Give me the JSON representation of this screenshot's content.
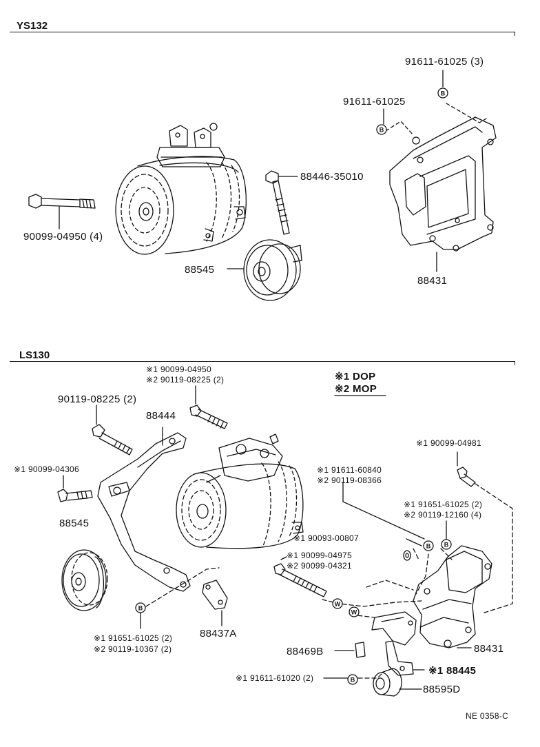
{
  "sections": {
    "top": "YS132",
    "bottom": "LS130"
  },
  "legend": {
    "line1": "※1 DOP",
    "line2": "※2 MOP"
  },
  "top_labels": {
    "bracket_bolt_3": "91611-61025 (3)",
    "bracket_bolt": "91611-61025",
    "pulley_bolt": "88446-35010",
    "long_bolt": "90099-04950 (4)",
    "pulley": "88545",
    "bracket": "88431"
  },
  "bottom_labels": {
    "bolt_a1": "※1 90099-04950",
    "bolt_a2": "※2 90119-08225 (2)",
    "bolt_b": "90119-08225 (2)",
    "arm": "88444",
    "bolt_c": "※1 90099-04306",
    "pulley": "88545",
    "bolt_d": "※1 90099-04981",
    "bolt_e1": "※1 91611-60840",
    "bolt_e2": "※2 90119-08366",
    "bolt_f1": "※1 91651-61025 (2)",
    "bolt_f2": "※2 90119-12160 (4)",
    "washer": "※1 90093-00807",
    "bolt_g1": "※1 90099-04975",
    "bolt_g2": "※2 90099-04321",
    "bolt_h1": "※1 91651-61025 (2)",
    "bolt_h2": "※2 90119-10367 (2)",
    "plate": "88437A",
    "bracket": "88431",
    "spacer": "88469B",
    "stay": "※1 88445",
    "bolt_i": "※1 91611-61020 (2)",
    "damper": "88595D"
  },
  "footer": "NE  0358-C",
  "markers": {
    "b": "B",
    "w": "W"
  }
}
